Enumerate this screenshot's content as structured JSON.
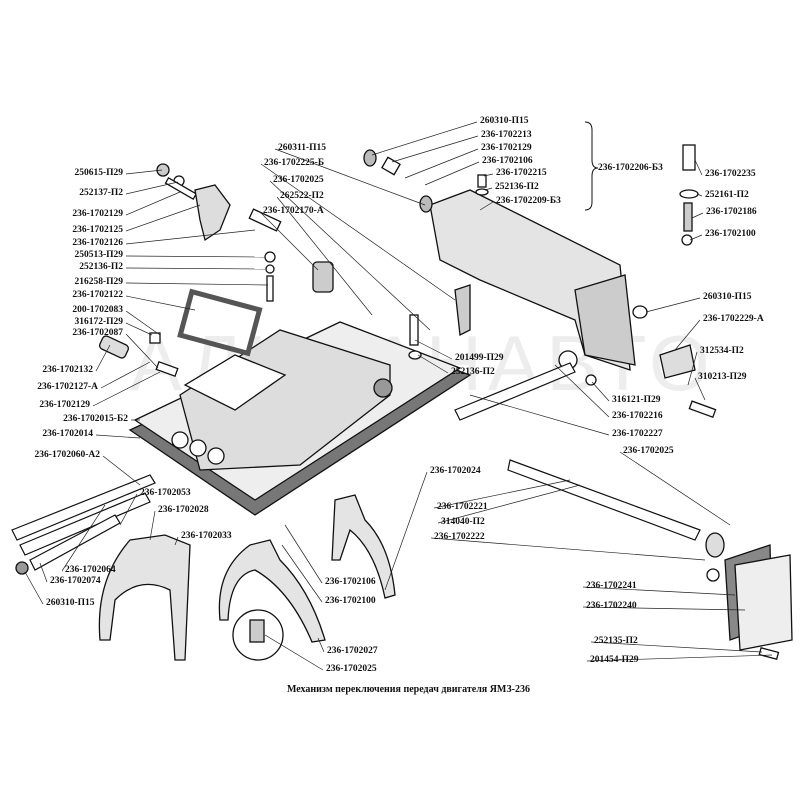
{
  "title": "Механизм переключения передач двигателя ЯМЗ-236",
  "watermark": "АЛЬФАНАВТО",
  "labels": [
    "250615-П29",
    "252137-П2",
    "236-1702129",
    "236-1702125",
    "236-1702126",
    "250513-П29",
    "252136-П2",
    "216258-П29",
    "236-1702122",
    "200-1702083",
    "316172-П29",
    "236-1702087",
    "236-1702132",
    "236-1702127-А",
    "236-1702129",
    "236-1702015-Б2",
    "236-1702014",
    "236-1702060-А2",
    "236-1702053",
    "236-1702028",
    "236-1702033",
    "236-1702064",
    "236-1702074",
    "260310-П15",
    "260310-П15",
    "236-1702213",
    "236-1702129",
    "236-1702106",
    "236-1702215",
    "252136-П2",
    "236-1702209-Б3",
    "236-1702206-Б3",
    "260311-П15",
    "236-1702225-Б",
    "236-1702025",
    "262522-П2",
    "236-1702170-А",
    "236-1702235",
    "252161-П2",
    "236-1702186",
    "236-1702100",
    "260310-П15",
    "236-1702229-А",
    "312534-П2",
    "310213-П29",
    "201499-П29",
    "252136-П2",
    "316121-П29",
    "236-1702216",
    "236-1702227",
    "236-1702025",
    "236-1702024",
    "236-1702221",
    "314040-П2",
    "236-1702222",
    "236-1702106",
    "236-1702100",
    "236-1702027",
    "236-1702025",
    "236-1702241",
    "236-1702240",
    "252135-П2",
    "201454-П29"
  ]
}
